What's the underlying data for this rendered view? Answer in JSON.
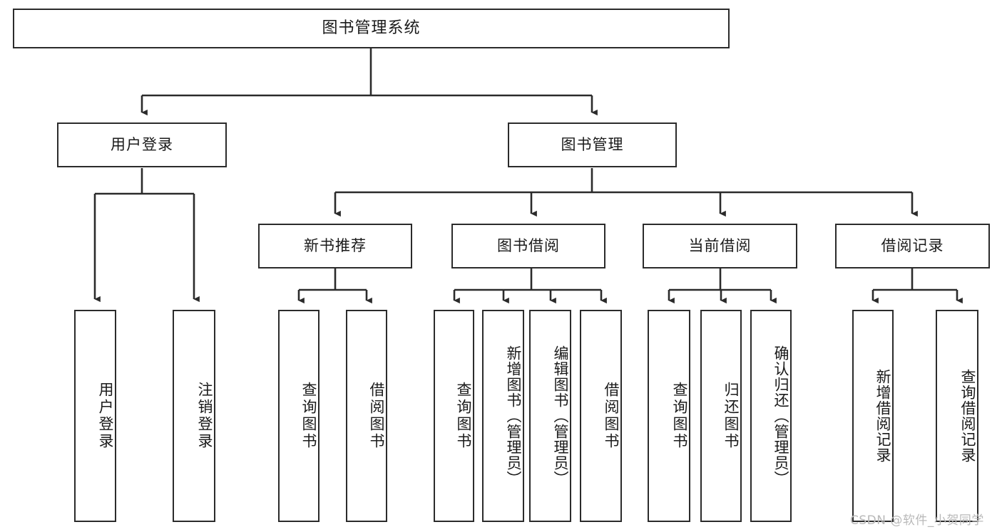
{
  "diagram": {
    "type": "tree-hierarchy-chart",
    "title": "图书管理系统",
    "level1": [
      {
        "id": "user-login",
        "label": "用户登录"
      },
      {
        "id": "book-manage",
        "label": "图书管理"
      }
    ],
    "level2": [
      {
        "id": "new-book-recommend",
        "label": "新书推荐",
        "parent": "book-manage"
      },
      {
        "id": "book-borrow",
        "label": "图书借阅",
        "parent": "book-manage"
      },
      {
        "id": "current-borrow",
        "label": "当前借阅",
        "parent": "book-manage"
      },
      {
        "id": "borrow-record",
        "label": "借阅记录",
        "parent": "book-manage"
      }
    ],
    "leaves": [
      {
        "id": "leaf-user-login",
        "label": "用户登录",
        "parent": "user-login"
      },
      {
        "id": "leaf-user-logout",
        "label": "注销登录",
        "parent": "user-login"
      },
      {
        "id": "leaf-query-book-1",
        "label": "查询图书",
        "parent": "new-book-recommend"
      },
      {
        "id": "leaf-borrow-book-1",
        "label": "借阅图书",
        "parent": "new-book-recommend"
      },
      {
        "id": "leaf-query-book-2",
        "label": "查询图书",
        "parent": "book-borrow"
      },
      {
        "id": "leaf-add-book",
        "label": "新增图书（管理员）",
        "parent": "book-borrow"
      },
      {
        "id": "leaf-edit-book",
        "label": "编辑图书（管理员）",
        "parent": "book-borrow"
      },
      {
        "id": "leaf-borrow-book-2",
        "label": "借阅图书",
        "parent": "book-borrow"
      },
      {
        "id": "leaf-query-book-3",
        "label": "查询图书",
        "parent": "current-borrow"
      },
      {
        "id": "leaf-return-book",
        "label": "归还图书",
        "parent": "current-borrow"
      },
      {
        "id": "leaf-confirm-return",
        "label": "确认归还（管理员）",
        "parent": "current-borrow"
      },
      {
        "id": "leaf-add-record",
        "label": "新增借阅记录",
        "parent": "borrow-record"
      },
      {
        "id": "leaf-query-record",
        "label": "查询借阅记录",
        "parent": "borrow-record"
      }
    ],
    "colors": {
      "stroke": "#2b2b2b",
      "fill": "#ffffff",
      "text": "#1a1a1a",
      "watermark": "#b9b9b9"
    }
  },
  "watermark": {
    "text": "CSDN @软件_小贺同学"
  }
}
